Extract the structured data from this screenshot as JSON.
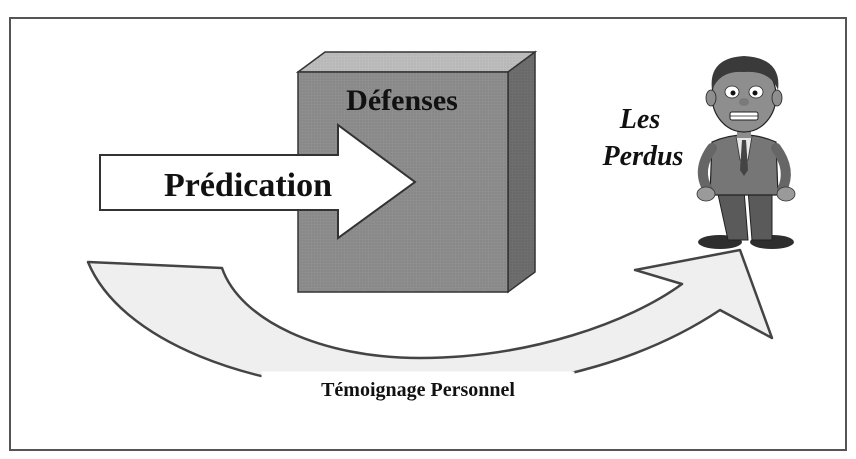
{
  "diagram": {
    "defenses_label": "Défenses",
    "preaching_label": "Prédication",
    "lost_label_line1": "Les",
    "lost_label_line2": "Perdus",
    "witness_label": "Témoignage Personnel"
  },
  "colors": {
    "background": "#ffffff",
    "frame_border": "#555555",
    "box_front": "#8c8c8c",
    "box_top": "#bdbdbd",
    "box_side": "#6e6e6e",
    "arrow_fill": "#ffffff",
    "curve_fill": "#efefef",
    "curve_stroke": "#444444",
    "text": "#111111"
  },
  "icons": {
    "lost_person": "cartoon-man-icon"
  }
}
